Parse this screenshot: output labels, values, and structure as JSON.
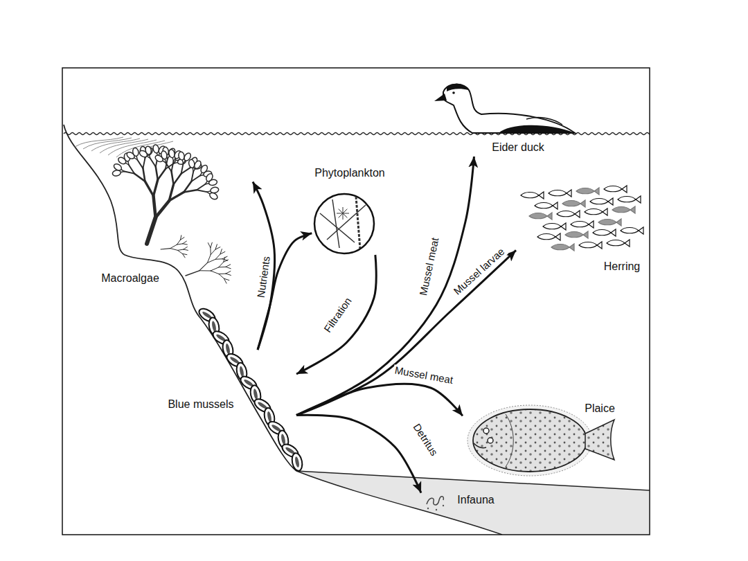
{
  "diagram": {
    "nodes": [
      {
        "text": [
          "Eider duck"
        ]
      },
      {
        "text": [
          "Phytoplankton"
        ]
      },
      {
        "text": [
          "Herring"
        ]
      },
      {
        "text": [
          "Macroalgae"
        ]
      },
      {
        "text": [
          "Blue mussels"
        ]
      },
      {
        "text": [
          "Plaice"
        ]
      },
      {
        "text": [
          "Infauna"
        ]
      }
    ],
    "edges": [
      {
        "from": 4,
        "to": 3,
        "label": "Nutrients",
        "arrow": "to"
      },
      {
        "from": 4,
        "to": 1,
        "arrow": "to"
      },
      {
        "from": 1,
        "to": 4,
        "label": "Filtration",
        "arrow": "to"
      },
      {
        "from": 4,
        "to": 0,
        "label": "Mussel meat",
        "arrow": "to"
      },
      {
        "from": 4,
        "to": 2,
        "label": "Mussel larvae",
        "arrow": "to"
      },
      {
        "from": 4,
        "to": 5,
        "label": "Mussel meat",
        "arrow": "to"
      },
      {
        "from": 4,
        "to": 6,
        "label": "Detritus",
        "arrow": "to"
      }
    ]
  }
}
